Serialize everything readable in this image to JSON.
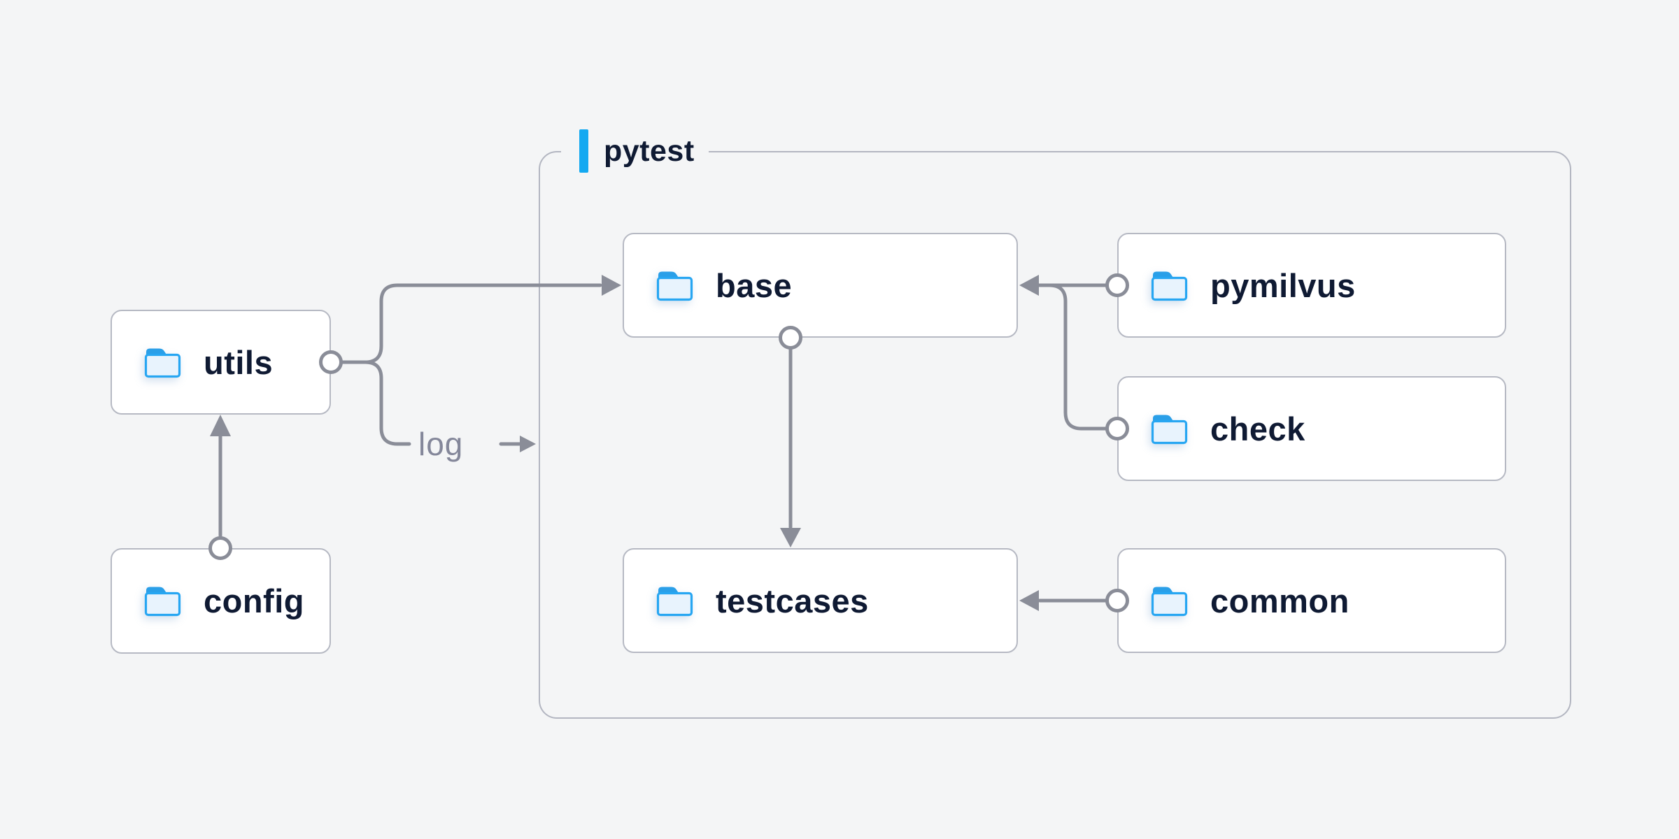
{
  "canvas": {
    "background": "#f4f5f6"
  },
  "group": {
    "label": "pytest"
  },
  "nodes": {
    "utils": {
      "label": "utils"
    },
    "config": {
      "label": "config"
    },
    "base": {
      "label": "base"
    },
    "pymilvus": {
      "label": "pymilvus"
    },
    "check": {
      "label": "check"
    },
    "testcases": {
      "label": "testcases"
    },
    "common": {
      "label": "common"
    }
  },
  "edges": [
    {
      "from": "config",
      "to": "utils"
    },
    {
      "from": "utils",
      "to": "base"
    },
    {
      "from": "utils",
      "to": "pytest-group",
      "label": "log"
    },
    {
      "from": "pymilvus",
      "to": "base"
    },
    {
      "from": "check",
      "to": "base"
    },
    {
      "from": "base",
      "to": "testcases"
    },
    {
      "from": "common",
      "to": "testcases"
    }
  ],
  "colors": {
    "accent_blue": "#14a9f1",
    "connector_gray": "#8a8d98",
    "node_border": "#b6b9c3",
    "group_border": "#b3b6c1",
    "node_background": "#ffffff",
    "label_navy": "#0f1a33",
    "edge_label_gray": "#84879a",
    "folder_outline": "#27a6f2",
    "folder_tab": "#2a9fe8",
    "folder_fill": "#e8f3fd"
  }
}
